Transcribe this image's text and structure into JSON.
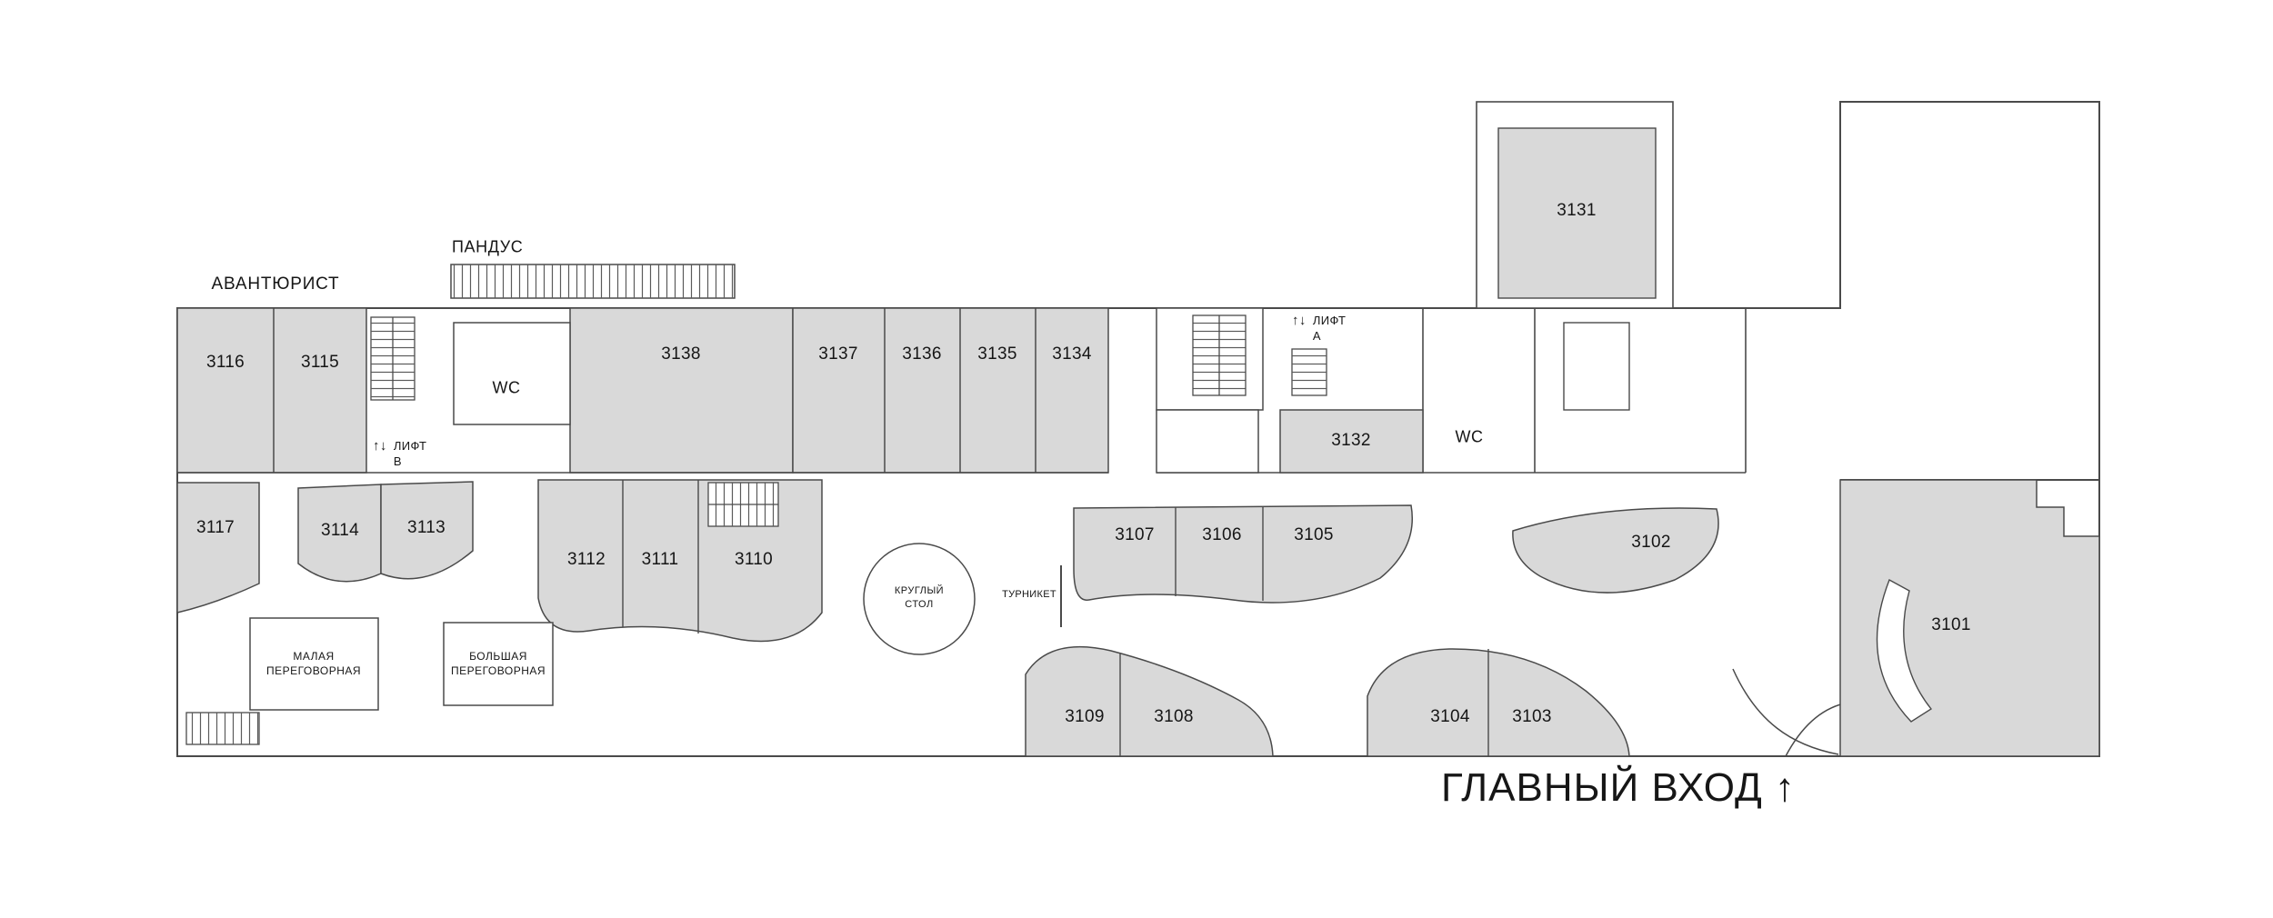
{
  "annotations": {
    "tenant": "АВАНТЮРИСТ",
    "ramp": "ПАНДУС",
    "wc_left": "WC",
    "wc_right": "WC",
    "lift_b": {
      "arrows": "↑↓",
      "name": "ЛИФТ",
      "letter": "В"
    },
    "lift_a": {
      "arrows": "↑↓",
      "name": "ЛИФТ",
      "letter": "А"
    },
    "small_meeting": {
      "line1": "МАЛАЯ",
      "line2": "ПЕРЕГОВОРНАЯ"
    },
    "big_meeting": {
      "line1": "БОЛЬШАЯ",
      "line2": "ПЕРЕГОВОРНАЯ"
    },
    "round_table": {
      "line1": "КРУГЛЫЙ",
      "line2": "СТОЛ"
    },
    "turnstile": "ТУРНИКЕТ",
    "main_entrance": "ГЛАВНЫЙ ВХОД ↑"
  },
  "rooms": {
    "r3101": "3101",
    "r3102": "3102",
    "r3103": "3103",
    "r3104": "3104",
    "r3105": "3105",
    "r3106": "3106",
    "r3107": "3107",
    "r3108": "3108",
    "r3109": "3109",
    "r3110": "3110",
    "r3111": "3111",
    "r3112": "3112",
    "r3113": "3113",
    "r3114": "3114",
    "r3115": "3115",
    "r3116": "3116",
    "r3117": "3117",
    "r3131": "3131",
    "r3132": "3132",
    "r3134": "3134",
    "r3135": "3135",
    "r3136": "3136",
    "r3137": "3137",
    "r3138": "3138"
  },
  "colors": {
    "room_fill": "#d9d9d9",
    "wall": "#4a4a4a",
    "text": "#161616",
    "background": "#ffffff"
  }
}
